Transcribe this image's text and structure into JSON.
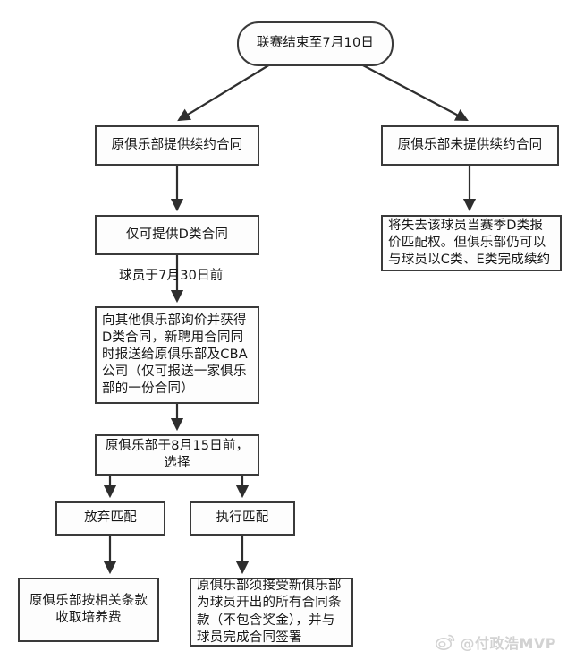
{
  "diagram": {
    "type": "flowchart",
    "title_node": "联赛结束至7月10日",
    "nodes": {
      "root": {
        "label": "联赛结束至7月10日",
        "shape": "stadium"
      },
      "offer": {
        "label": "原俱乐部提供续约合同",
        "shape": "rect"
      },
      "nooffer": {
        "label": "原俱乐部未提供续约合同",
        "shape": "rect"
      },
      "dclass": {
        "label": "仅可提供D类合同",
        "shape": "rect"
      },
      "lose": {
        "label": "将失去该球员当赛季D类报价匹配权。但俱乐部仍可以与球员以C类、E类完成续约",
        "shape": "rect"
      },
      "inquire": {
        "label": "向其他俱乐部询价并获得D类合同，新聘用合同同时报送给原俱乐部及CBA公司（仅可报送一家俱乐部的一份合同）",
        "shape": "rect"
      },
      "choose": {
        "label": "原俱乐部于8月15日前，选择",
        "shape": "rect"
      },
      "giveup": {
        "label": "放弃匹配",
        "shape": "rect"
      },
      "match": {
        "label": "执行匹配",
        "shape": "rect"
      },
      "fee": {
        "label": "原俱乐部按相关条款收取培养费",
        "shape": "rect"
      },
      "accept": {
        "label": "原俱乐部须接受新俱乐部为球员开出的所有合同条款（不包含奖金），并与球员完成合同签署",
        "shape": "rect"
      }
    },
    "edge_labels": {
      "player_deadline": "球员于7月30日前"
    },
    "edges": [
      {
        "from": "root",
        "to": "offer"
      },
      {
        "from": "root",
        "to": "nooffer"
      },
      {
        "from": "offer",
        "to": "dclass"
      },
      {
        "from": "nooffer",
        "to": "lose"
      },
      {
        "from": "dclass",
        "to": "inquire",
        "label": "球员于7月30日前"
      },
      {
        "from": "inquire",
        "to": "choose"
      },
      {
        "from": "choose",
        "to": "giveup"
      },
      {
        "from": "choose",
        "to": "match"
      },
      {
        "from": "giveup",
        "to": "fee"
      },
      {
        "from": "match",
        "to": "accept"
      }
    ],
    "colors": {
      "stroke": "#3a3a3a",
      "text": "#171717",
      "background": "#ffffff",
      "watermark": "#d2d2d2"
    }
  },
  "watermark": {
    "handle": "@付政浩MVP",
    "icon": "weibo-icon"
  }
}
